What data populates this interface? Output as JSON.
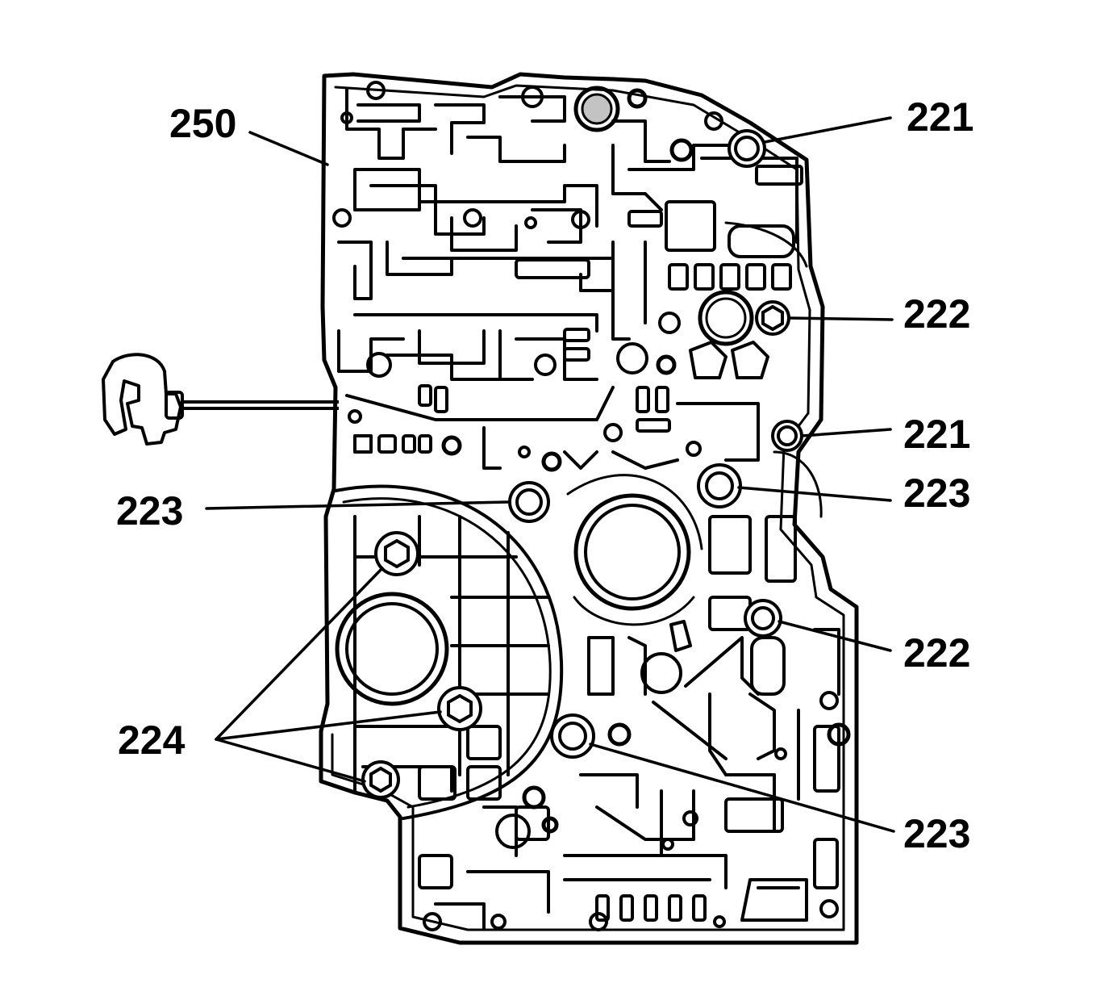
{
  "figure": {
    "subject_icon": "transmission-valve-body-icon",
    "tool_icon": "retaining-clip-tool-icon",
    "line_color": "#000000",
    "background_color": "#ffffff"
  },
  "callouts": {
    "c250": "250",
    "c221_top": "221",
    "c222_upper": "222",
    "c221_mid": "221",
    "c223_right": "223",
    "c223_left": "223",
    "c222_lower": "222",
    "c224": "224",
    "c223_bottom": "223"
  }
}
